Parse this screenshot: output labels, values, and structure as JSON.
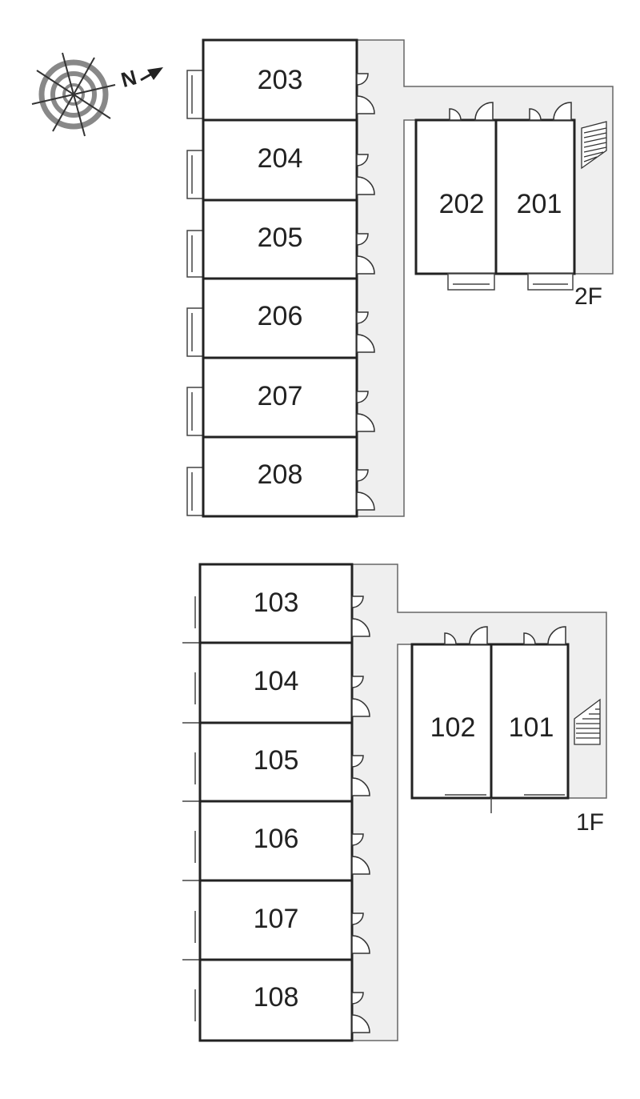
{
  "compass": {
    "label": "N",
    "icon": "compass-icon"
  },
  "floors": [
    {
      "id": "2f",
      "label": "2F",
      "left_rooms": [
        "203",
        "204",
        "205",
        "206",
        "207",
        "208"
      ],
      "right_rooms": [
        "202",
        "201"
      ]
    },
    {
      "id": "1f",
      "label": "1F",
      "left_rooms": [
        "103",
        "104",
        "105",
        "106",
        "107",
        "108"
      ],
      "right_rooms": [
        "102",
        "101"
      ]
    }
  ],
  "colors": {
    "corridor": "#efefef",
    "wall": "#222222",
    "line": "#555555",
    "compass": "#777777"
  }
}
